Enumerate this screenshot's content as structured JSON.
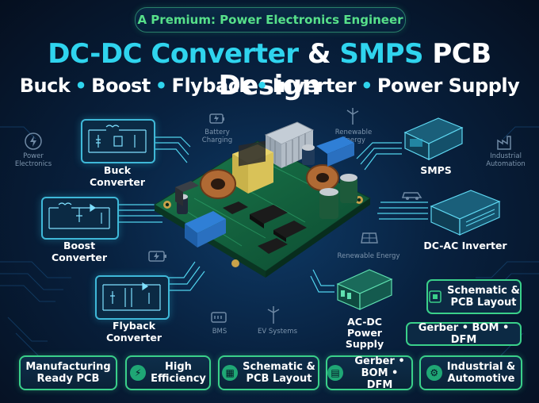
{
  "header": {
    "tagline": "A Premium: Power Electronics Engineer",
    "title_part1": "DC-DC Converter",
    "title_amp": "&",
    "title_part2": "SMPS",
    "title_part3": "PCB Design",
    "subtitle_items": [
      "Buck",
      "Boost",
      "Flyback",
      "Inverter",
      "Power Supply"
    ]
  },
  "labels": {
    "buck": "Buck Converter",
    "boost": "Boost Converter",
    "flyback": "Flyback Converter",
    "smps": "SMPS",
    "dcac": "DC-AC Inverter",
    "acdc_line1": "AC-DC",
    "acdc_line2": "Power Supply"
  },
  "faint_labels": {
    "power_electronics_1": "Power",
    "power_electronics_2": "Electronics",
    "battery_1": "Battery",
    "battery_2": "Charging",
    "renewable_top_1": "Renewable",
    "renewable_top_2": "Energy",
    "industrial_1": "Industrial",
    "industrial_2": "Automation",
    "renewable_mid": "Renewable Energy",
    "bms": "BMS",
    "ev": "EV Systems"
  },
  "right_buttons": {
    "schematic_line1": "Schematic &",
    "schematic_line2": "PCB Layout",
    "gerber": "Gerber • BOM • DFM"
  },
  "bottom_buttons": [
    {
      "line1": "Manufacturing",
      "line2": "Ready PCB",
      "icon": ""
    },
    {
      "line1": "High",
      "line2": "Efficiency",
      "icon": "⚡"
    },
    {
      "line1": "Schematic &",
      "line2": "PCB Layout",
      "icon": "▦"
    },
    {
      "line1": "Gerber •",
      "line2": "BOM • DFM",
      "icon": "▤"
    },
    {
      "line1": "Industrial &",
      "line2": "Automotive",
      "icon": "⚙"
    }
  ],
  "colors": {
    "accent_cyan": "#2fd4ee",
    "accent_green": "#3ad08a",
    "tagline_green": "#57e08a",
    "background": "#061426",
    "pcb_green": "#0f5a3a"
  }
}
